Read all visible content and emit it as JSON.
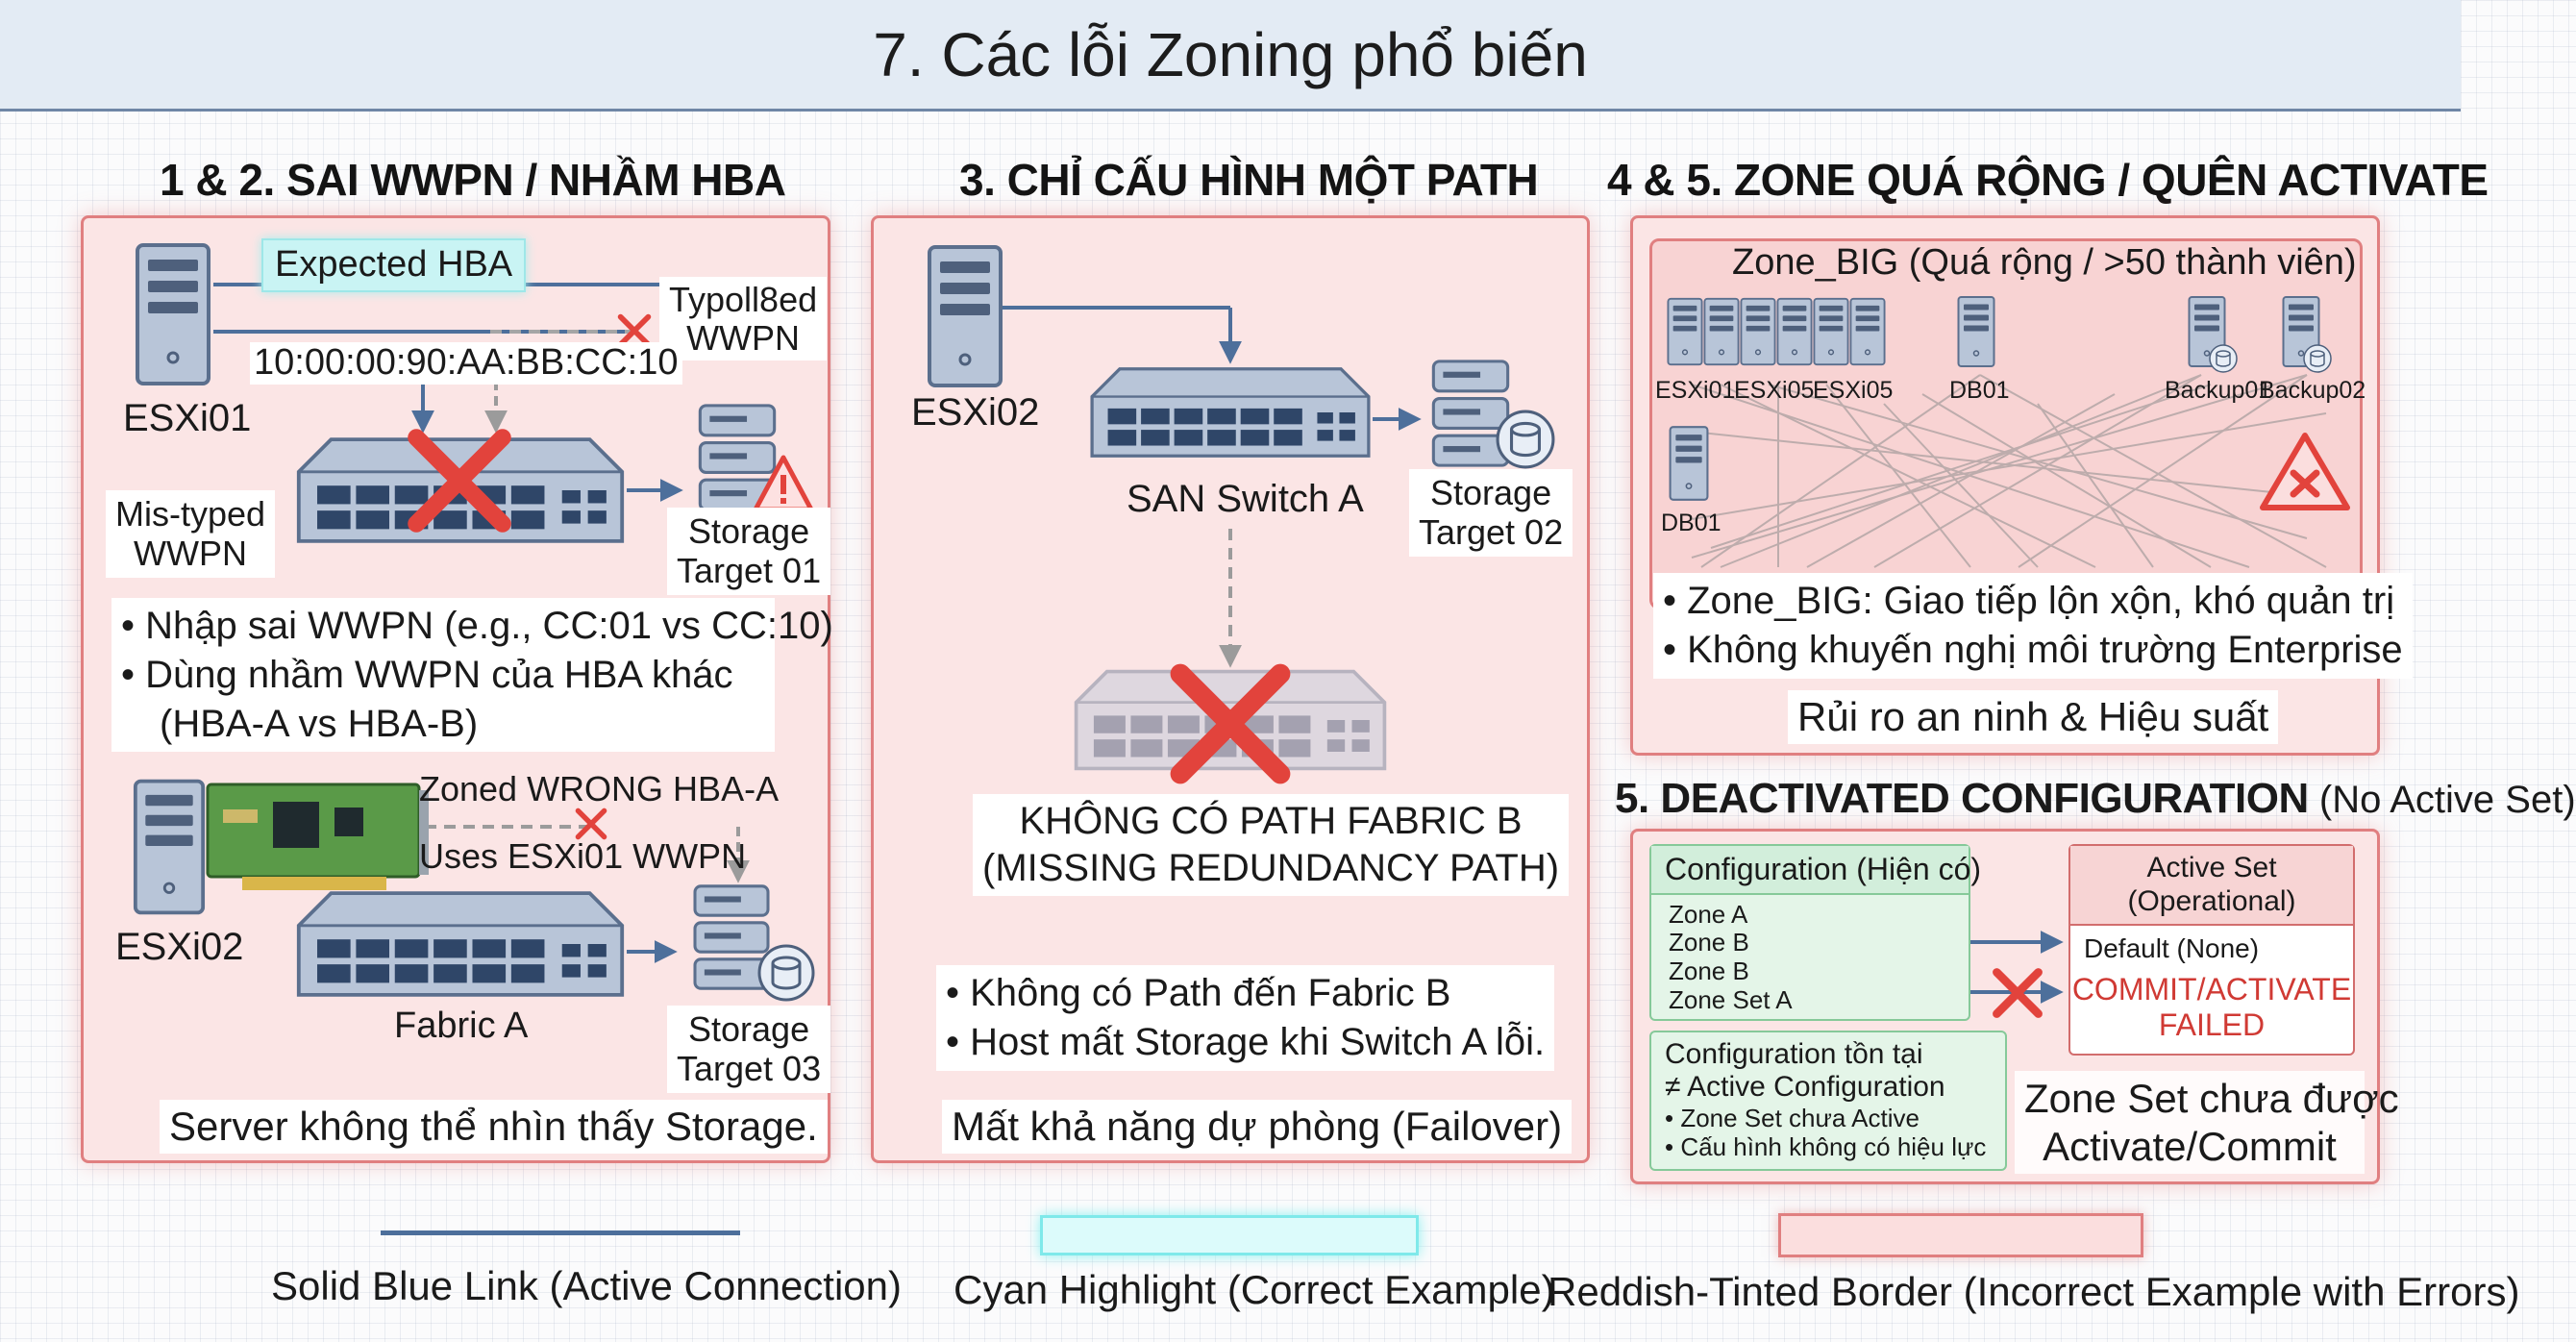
{
  "title": "7. Các lỗi Zoning phổ biến",
  "section1": {
    "heading": "1 & 2. SAI WWPN / NHẦM HBA",
    "expected_hba": "Expected HBA",
    "typoed_wwpn": [
      "Typoll8ed",
      "WWPN"
    ],
    "host1": "ESXi01",
    "wwpn": "10:00:00:90:AA:BB:CC:10",
    "mistyped": [
      "Mis-typed",
      "WWPN"
    ],
    "storage1": [
      "Storage",
      "Target 01"
    ],
    "bullets": [
      "• Nhập sai WWPN (e.g., CC:01 vs CC:10)",
      "• Dùng nhầm WWPN của HBA khác",
      "(HBA-A vs HBA-B)"
    ],
    "host2": "ESXi02",
    "zoned_wrong": "Zoned WRONG HBA-A",
    "uses_esxi01": "Uses ESXi01 WWPN",
    "fabric_a": "Fabric A",
    "storage3": [
      "Storage",
      "Target 03"
    ],
    "footer": "Server không thể nhìn thấy Storage."
  },
  "section2": {
    "heading": "3. CHỈ CẤU HÌNH MỘT PATH",
    "host": "ESXi02",
    "switch": "SAN Switch A",
    "storage": [
      "Storage",
      "Target 02"
    ],
    "missing": [
      "KHÔNG CÓ PATH FABRIC B",
      "(MISSING REDUNDANCY PATH)"
    ],
    "bullets": [
      "• Không có Path đến Fabric B",
      "• Host mất Storage khi Switch A lỗi."
    ],
    "footer": "Mất khả năng dự phòng (Failover)"
  },
  "section3": {
    "heading": "4 & 5. ZONE QUÁ RỘNG / QUÊN ACTIVATE",
    "zone_title": "Zone_BIG (Quá rộng / >50 thành viên)",
    "servers": [
      "ESXi01",
      "ESXi05",
      "ESXi05",
      "DB01",
      "Backup01",
      "Backup02",
      "DB01"
    ],
    "bullets": [
      "• Zone_BIG: Giao tiếp lộn xộn, khó quản trị",
      "• Không khuyến nghị môi trường Enterprise"
    ],
    "footer": "Rủi ro an ninh & Hiệu suất"
  },
  "section4": {
    "heading_bold": "5. DEACTIVATED CONFIGURATION",
    "heading_rest": " (No Active Set)",
    "config_title": "Configuration (Hiện có)",
    "config_items": [
      "Zone A",
      "Zone B",
      "Zone B",
      "Zone Set A"
    ],
    "active_title": [
      "Active Set",
      "(Operational)"
    ],
    "active_default": "Default (None)",
    "commit_failed": [
      "COMMIT/ACTIVATE",
      "FAILED"
    ],
    "note_title": [
      "Configuration tồn tại",
      "≠ Active Configuration"
    ],
    "note_items": [
      "• Zone Set chưa Active",
      "• Cấu hình không có hiệu lực"
    ],
    "footer": [
      "Zone Set chưa được",
      "Activate/Commit"
    ]
  },
  "legend": {
    "blue": "Solid Blue Link (Active Connection)",
    "cyan": "Cyan Highlight (Correct Example)",
    "red": "Reddish-Tinted Border (Incorrect Example with Errors)"
  },
  "colors": {
    "link_blue": "#4d6f9b",
    "cyan": "#7fe9ea",
    "error_red": "#e2433c",
    "panel_red": "#e07f80",
    "config_green": "#e4f5e8"
  }
}
